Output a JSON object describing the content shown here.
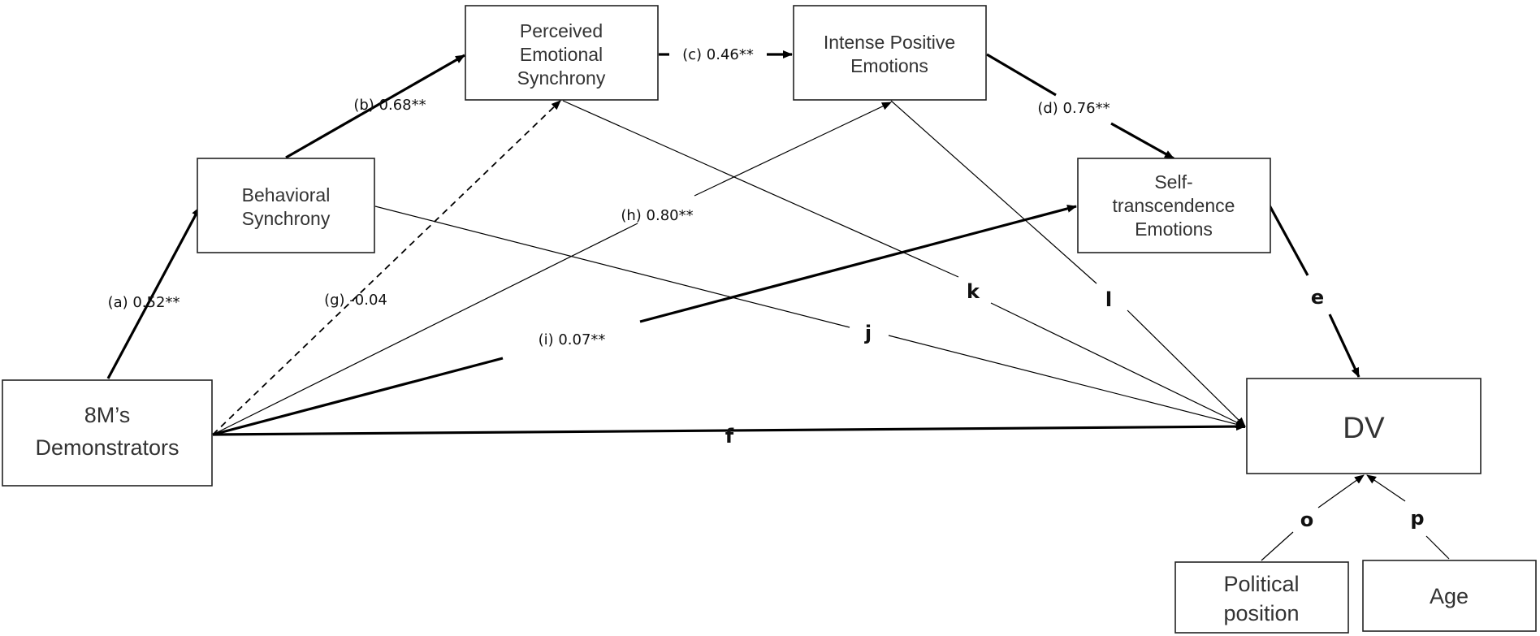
{
  "nodes": {
    "demonstrators": [
      "8M’s",
      "Demonstrators"
    ],
    "behavioral": [
      "Behavioral",
      "Synchrony"
    ],
    "perceived": [
      "Perceived",
      "Emotional",
      "Synchrony"
    ],
    "intense": [
      "Intense Positive",
      "Emotions"
    ],
    "self_transcendence": [
      "Self-",
      "transcendence",
      "Emotions"
    ],
    "dv": "DV",
    "political": [
      "Political",
      "position"
    ],
    "age": "Age"
  },
  "paths": {
    "a": "(a) 0.52**",
    "b": "(b) 0.68**",
    "c": "(c) 0.46**",
    "d": "(d) 0.76**",
    "e": "e",
    "f": "f",
    "g": "(g) -0.04",
    "h": "(h) 0.80**",
    "i": "(i) 0.07**",
    "j": "j",
    "k": "k",
    "l": "l",
    "o": "o",
    "p": "p"
  }
}
